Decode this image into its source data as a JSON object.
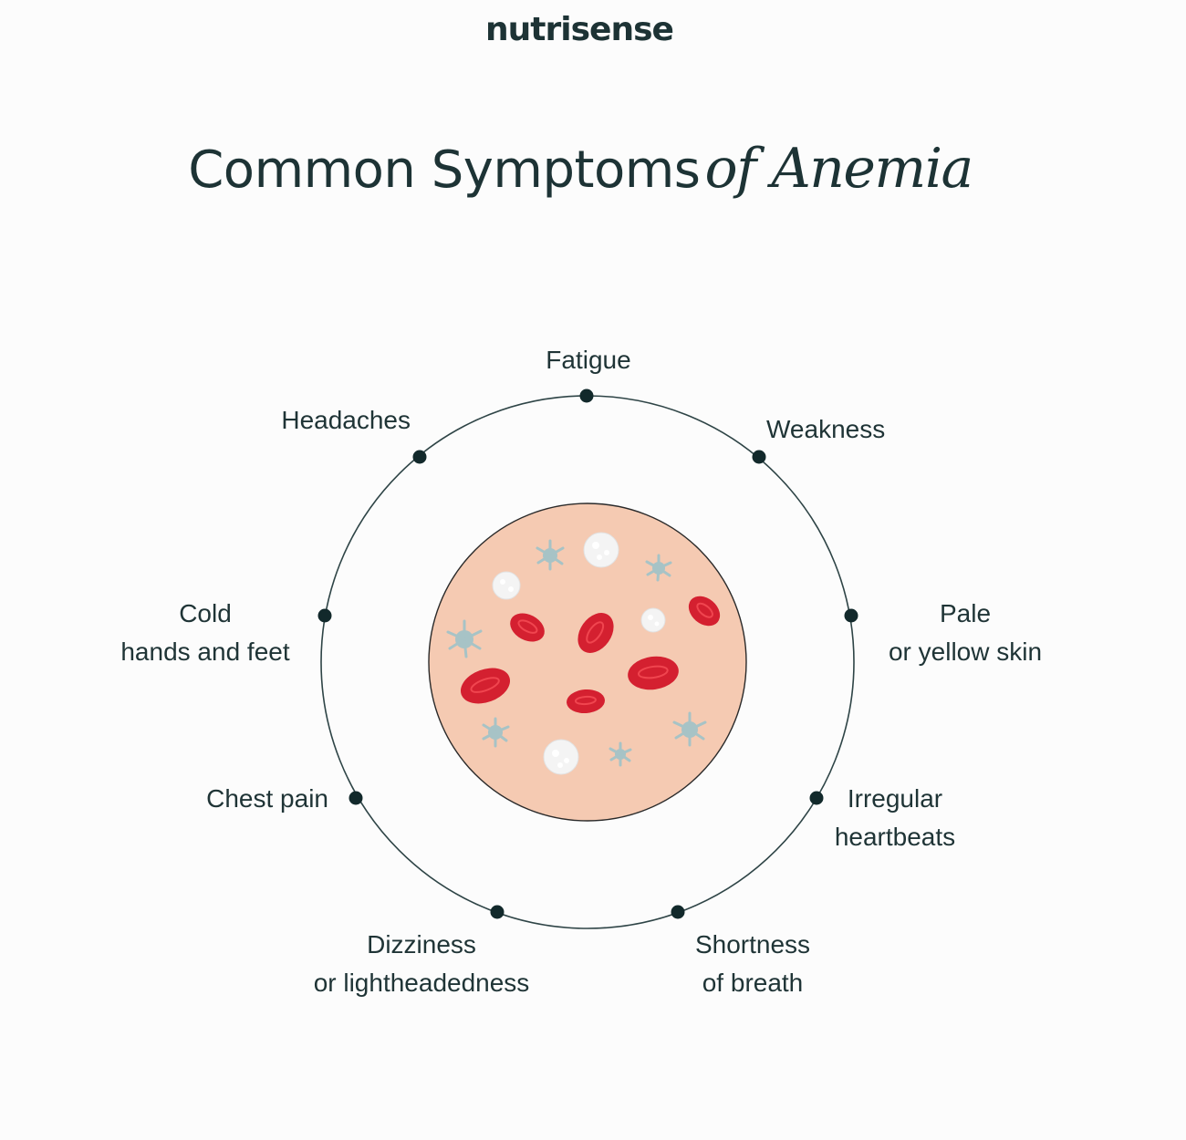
{
  "brand": "nutrisense",
  "title": {
    "main": "Common Symptoms",
    "emphasis": "of Anemia"
  },
  "colors": {
    "text": "#1d3335",
    "ring": "#2e4446",
    "dot": "#12292b",
    "blood_disc": "#f5cab2",
    "red_cell": "#d42030",
    "red_cell_highlight": "#f0454f",
    "white_cell": "#f4f4f4",
    "platelet": "#a7c3c6"
  },
  "symptoms": [
    {
      "id": "fatigue",
      "lines": [
        "Fatigue"
      ]
    },
    {
      "id": "weakness",
      "lines": [
        "Weakness"
      ]
    },
    {
      "id": "pale-skin",
      "lines": [
        "Pale",
        "or yellow skin"
      ]
    },
    {
      "id": "irregular-heartbeats",
      "lines": [
        "Irregular",
        "heartbeats"
      ]
    },
    {
      "id": "shortness-of-breath",
      "lines": [
        "Shortness",
        "of breath"
      ]
    },
    {
      "id": "dizziness",
      "lines": [
        "Dizziness",
        "or lightheadedness"
      ]
    },
    {
      "id": "chest-pain",
      "lines": [
        "Chest pain"
      ]
    },
    {
      "id": "cold-hands-feet",
      "lines": [
        "Cold",
        "hands and feet"
      ]
    },
    {
      "id": "headaches",
      "lines": [
        "Headaches"
      ]
    }
  ]
}
